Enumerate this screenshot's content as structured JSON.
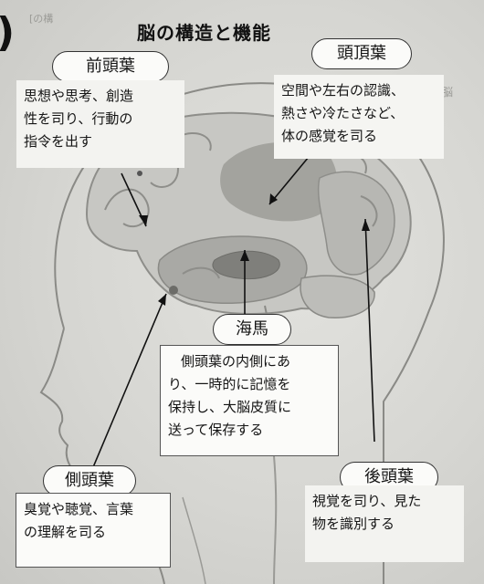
{
  "title": "脳の構造と機能",
  "marks": {
    "paren": ")",
    "header_fragment": "[の構",
    "side_fragment": "脳"
  },
  "frontal": {
    "label": "前頭葉",
    "desc_lines": [
      "思想や思考、創造",
      "性を司り、行動の",
      "指令を出す"
    ]
  },
  "parietal": {
    "label": "頭頂葉",
    "desc_lines": [
      "空間や左右の認識、",
      "熱さや冷たさなど、",
      "体の感覚を司る"
    ]
  },
  "hippocampus": {
    "label": "海馬",
    "desc_lines": [
      "側頭葉の内側にあ",
      "り、一時的に記憶を",
      "保持し、大脳皮質に",
      "送って保存する"
    ]
  },
  "temporal": {
    "label": "側頭葉",
    "desc_lines": [
      "臭覚や聴覚、言葉",
      "の理解を司る"
    ]
  },
  "occipital": {
    "label": "後頭葉",
    "desc_lines": [
      "視覚を司り、見た",
      "物を識別する"
    ]
  }
}
